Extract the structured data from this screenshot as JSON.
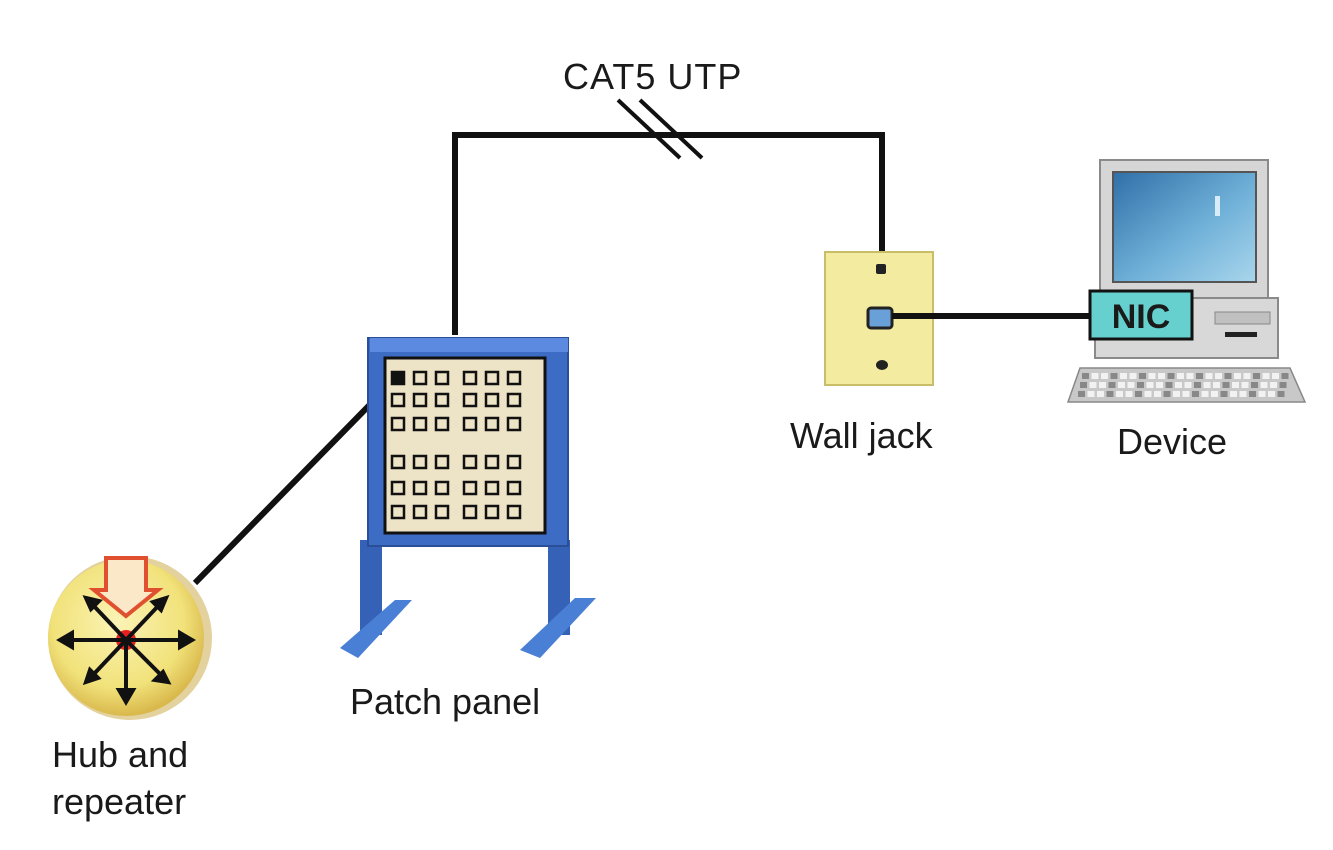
{
  "cable": {
    "label": "CAT5 UTP"
  },
  "nodes": {
    "hub": {
      "label_line1": "Hub and",
      "label_line2": "repeater"
    },
    "patch_panel": {
      "label": "Patch panel"
    },
    "wall_jack": {
      "label": "Wall jack"
    },
    "device": {
      "label": "Device",
      "nic_label": "NIC"
    }
  },
  "colors": {
    "cable": "#111111",
    "patch_panel": "#3d6cc4",
    "wall_jack": "#f3eba0",
    "hub": "#f1e27a",
    "nic": "#66d0cf",
    "computer_body": "#d8d8d8",
    "screen": "#5f9ec9"
  }
}
